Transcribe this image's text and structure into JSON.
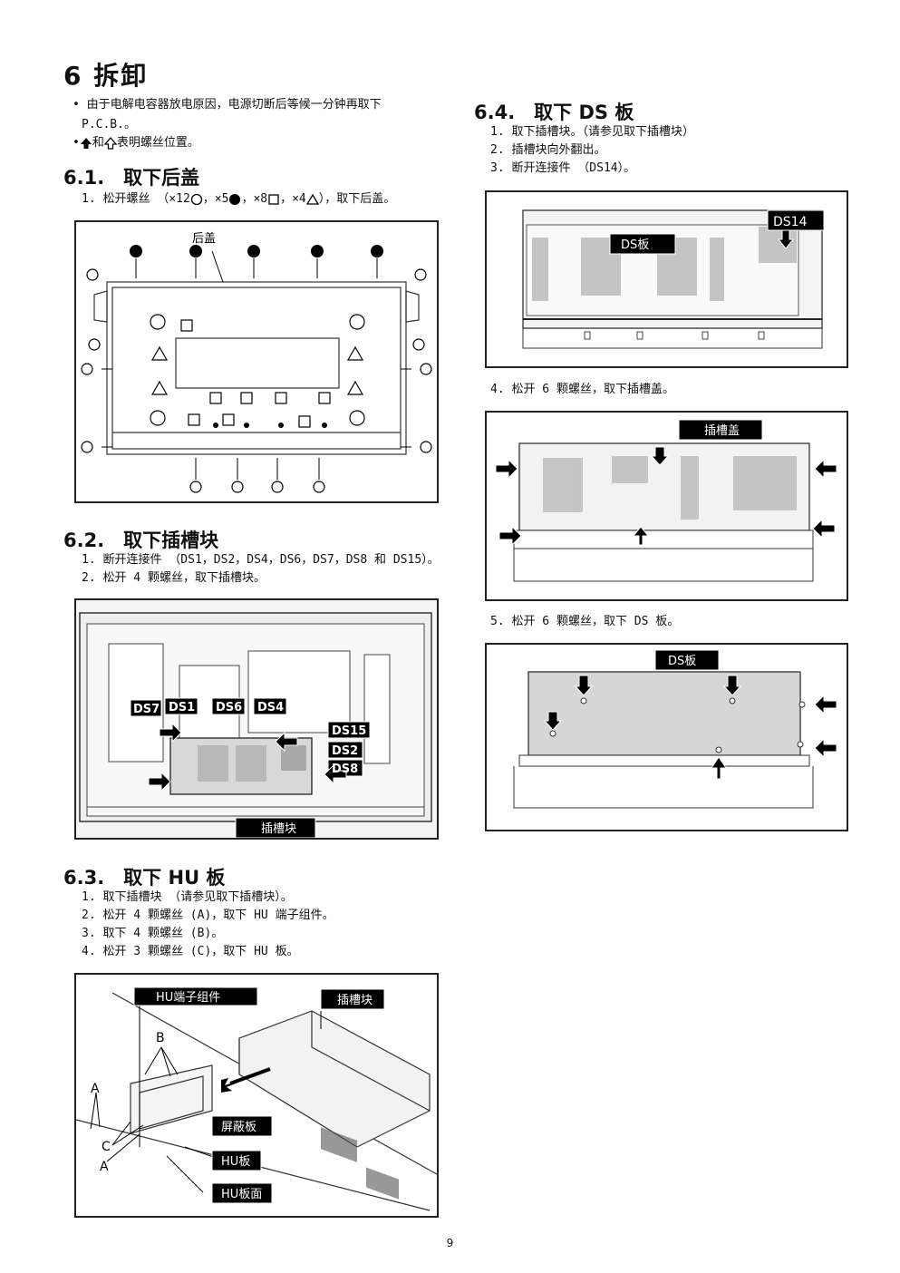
{
  "chapter_title": "6  拆卸",
  "intro": {
    "line1": "• 由于电解电容器放电原因，电源切断后等候一分钟再取下",
    "line1b": "P.C.B.。",
    "line2_prefix": "•",
    "line2_mid": "和",
    "line2_suffix": "表明螺丝位置。"
  },
  "s61": {
    "title": "6.1.　取下后盖",
    "step1_a": "1. 松开螺丝 （×12",
    "step1_b": "，×5",
    "step1_c": "，×8",
    "step1_d": "，×4",
    "step1_e": "），取下后盖。",
    "fig_label": "后盖"
  },
  "s62": {
    "title": "6.2.　取下插槽块",
    "steps": [
      "1. 断开连接件 （DS1，DS2，DS4，DS6，DS7，DS8 和 DS15）。",
      "2. 松开 4 颗螺丝，取下插槽块。"
    ],
    "labels": {
      "ds7": "DS7",
      "ds1": "DS1",
      "ds6": "DS6",
      "ds4": "DS4",
      "ds15": "DS15",
      "ds2": "DS2",
      "ds8": "DS8",
      "slot": "插槽块"
    }
  },
  "s63": {
    "title": "6.3.　取下 HU 板",
    "steps": [
      "1. 取下插槽块 （请参见取下插槽块）。",
      "2. 松开 4 颗螺丝 (A)，取下 HU 端子组件。",
      "3. 取下 4 颗螺丝 (B)。",
      "4. 松开 3 颗螺丝 (C)，取下 HU 板。"
    ],
    "labels": {
      "terminal": "HU端子组件",
      "slot": "插槽块",
      "shield": "屏蔽板",
      "hu": "HU板",
      "hu_face": "HU板面",
      "a1": "A",
      "a2": "A",
      "b": "B",
      "c": "C"
    }
  },
  "s64": {
    "title": "6.4.　取下 DS 板",
    "steps": [
      "1. 取下插槽块。（请参见取下插槽块）",
      "2. 插槽块向外翻出。",
      "3. 断开连接件 （DS14）。"
    ],
    "labels": {
      "ds14": "DS14",
      "ds": "DS板"
    },
    "step4": "4. 松开 6 颗螺丝，取下插槽盖。",
    "cover_label": "插槽盖",
    "step5": "5. 松开 6 颗螺丝，取下 DS 板。",
    "ds_label": "DS板"
  },
  "page_number": "9"
}
